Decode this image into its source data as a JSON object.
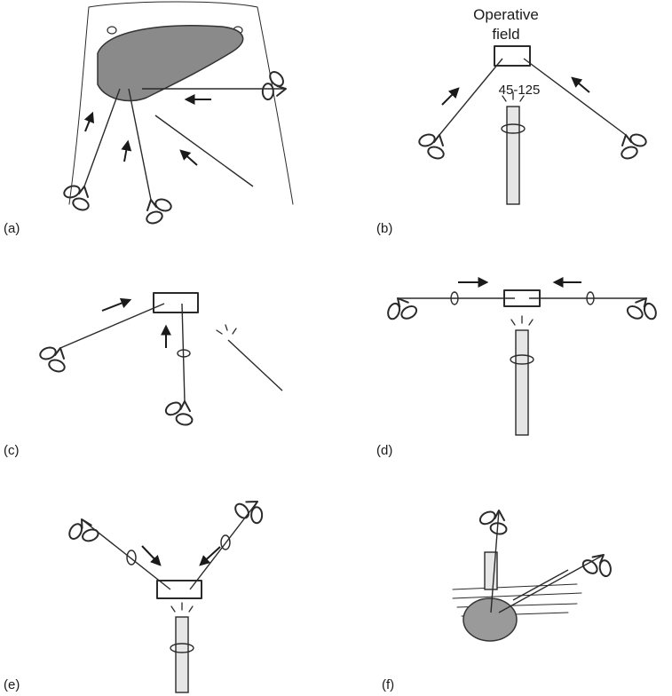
{
  "figure": {
    "panels": [
      {
        "id": "a",
        "label": "(a)"
      },
      {
        "id": "b",
        "label": "(b)"
      },
      {
        "id": "c",
        "label": "(c)"
      },
      {
        "id": "d",
        "label": "(d)"
      },
      {
        "id": "e",
        "label": "(e)"
      },
      {
        "id": "f",
        "label": "(f)"
      }
    ],
    "annotations": {
      "operative_field_line1": "Operative",
      "operative_field_line2": "field",
      "angle_range": "45-125"
    },
    "colors": {
      "ink": "#2a2a2a",
      "liver_fill": "#8a8a8a",
      "organ_fill": "#9a9a9a",
      "background": "#ffffff"
    }
  }
}
